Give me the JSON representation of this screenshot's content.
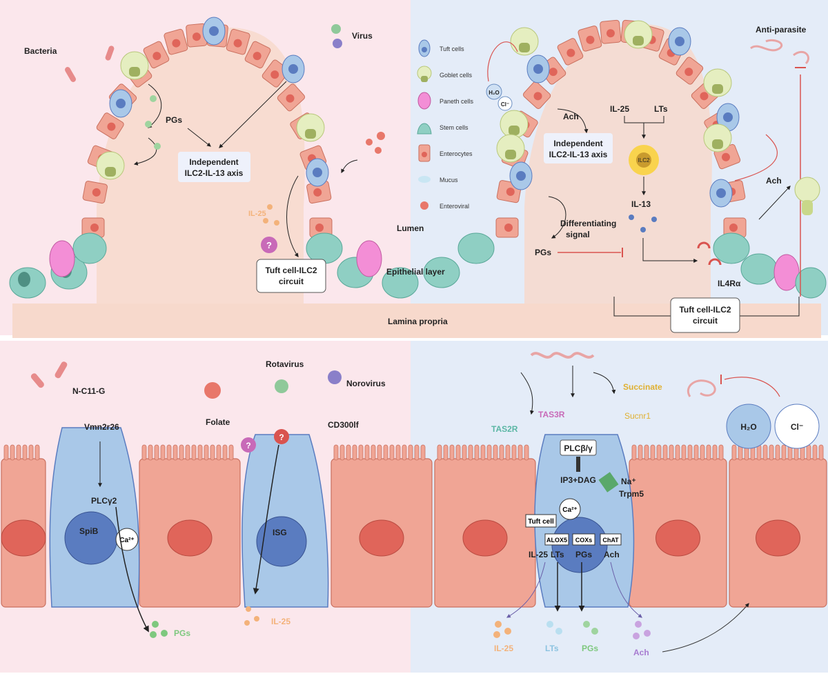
{
  "colors": {
    "bg_left": "#fbe7ec",
    "bg_right": "#e4ecf8",
    "lamina": "#f7d9cc",
    "enterocyte": "#f0a595",
    "enterocyte_nucleus": "#e0655a",
    "tuft": "#a9c8e8",
    "tuft_nucleus": "#5a7cc0",
    "goblet": "#e5eec0",
    "stem": "#8fcfc3",
    "paneth": "#f38ed6",
    "inhibit": "#d9534f"
  },
  "top": {
    "left": {
      "bacteria": "Bacteria",
      "virus": "Virus",
      "pgs": "PGs",
      "independent": [
        "Independent",
        "ILC2-IL-13 axis"
      ],
      "il25": "IL-25",
      "question": "?",
      "circuit": [
        "Tuft cell-ILC2",
        "circuit"
      ]
    },
    "legend": [
      {
        "icon": "tuft-cell-icon",
        "label": "Tuft cells"
      },
      {
        "icon": "goblet-cell-icon",
        "label": "Goblet cells"
      },
      {
        "icon": "paneth-cell-icon",
        "label": "Paneth cells"
      },
      {
        "icon": "stem-cell-icon",
        "label": "Stem cells"
      },
      {
        "icon": "enterocyte-icon",
        "label": "Enterocytes"
      },
      {
        "icon": "mucus-icon",
        "label": "Mucus"
      },
      {
        "icon": "enteroviral-icon",
        "label": "Enteroviral"
      }
    ],
    "lumen": "Lumen",
    "epithelial": "Epithelial layer",
    "lamina": "Lamina propria",
    "right": {
      "antiparasite": "Anti-parasite",
      "h2o": "H₂O",
      "cl": "Cl⁻",
      "ach": "Ach",
      "independent": [
        "Independent",
        "ILC2-IL-13 axis"
      ],
      "il25": "IL-25",
      "lts": "LTs",
      "ilc2": "ILC2",
      "il13": "IL-13",
      "diff": [
        "Differentiating",
        "signal"
      ],
      "pgs": "PGs",
      "ach2": "Ach",
      "il4ra": "IL4Rα",
      "circuit": [
        "Tuft cell-ILC2",
        "circuit"
      ]
    }
  },
  "bottom": {
    "nc11g": "N-C11-G",
    "vmn": "Vmn2r26",
    "plcg2": "PLCγ2",
    "spib": "SpiB",
    "ca": "Ca²⁺",
    "pgs": "PGs",
    "rotavirus": "Rotavirus",
    "norovirus": "Norovirus",
    "folate": "Folate",
    "cd300": "CD300lf",
    "q": "?",
    "isg": "ISG",
    "il25": "IL-25",
    "succinate": "Succinate",
    "tas3r": "TAS3R",
    "sucnr1": "Sucnr1",
    "tas2r": "TAS2R",
    "h2o": "H₂O",
    "cl": "Cl⁻",
    "plcbg": "PLCβ/γ",
    "ip3": "IP3+DAG",
    "na": "Na⁺",
    "trpm5": "Trpm5",
    "ca2": "Ca²⁺",
    "tuftcell": "Tuft cell",
    "alox5": "ALOX5",
    "coxs": "COXs",
    "chat": "ChAT",
    "out": [
      "IL-25",
      "LTs",
      "PGs",
      "Ach"
    ],
    "secr": [
      "IL-25",
      "LTs",
      "PGs",
      "Ach"
    ]
  }
}
